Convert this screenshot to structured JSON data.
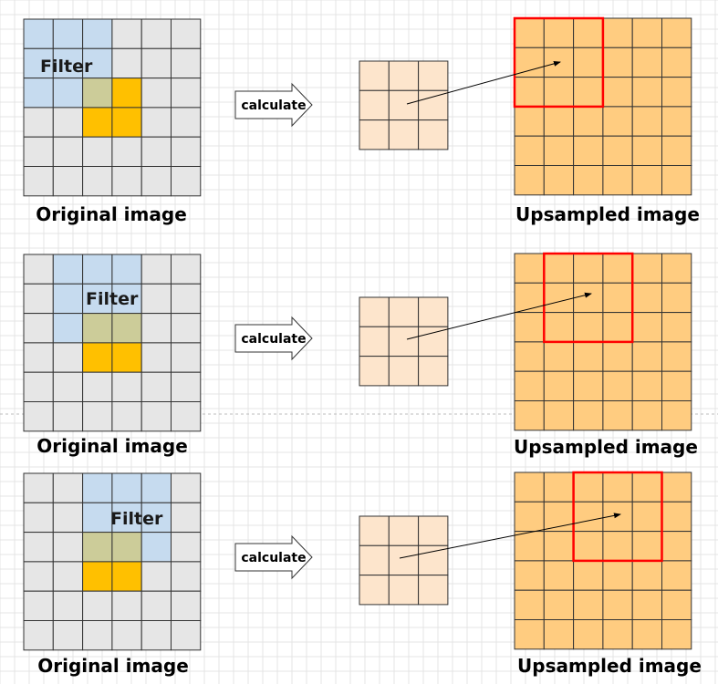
{
  "colors": {
    "page_grid_line": "#e4e4e4",
    "divider": "#bdbdbd",
    "input_cell": "#e6e6e6",
    "filter_cell": "#c6dbef",
    "overlap_cell": "#cccc99",
    "target_cell": "#ffc000",
    "small_grid_cell": "#fde5cc",
    "output_cell": "#ffcc80",
    "highlight_box": "#ff0000",
    "cell_border": "#333333"
  },
  "labels": {
    "filter": "Filter",
    "calculate": "calculate",
    "original_image": "Original image",
    "upsampled_image": "Upsampled image"
  },
  "input_grid": {
    "rows": 6,
    "cols": 6
  },
  "small_grid": {
    "rows": 3,
    "cols": 3
  },
  "output_grid": {
    "rows": 6,
    "cols": 6
  },
  "examples": [
    {
      "filter_origin": {
        "row": 0,
        "col": 0
      },
      "target_cells": [
        [
          2,
          2
        ],
        [
          2,
          3
        ],
        [
          3,
          2
        ],
        [
          3,
          3
        ]
      ],
      "output_box_origin": {
        "row": 0,
        "col": 0
      }
    },
    {
      "filter_origin": {
        "row": 0,
        "col": 1
      },
      "target_cells": [
        [
          2,
          2
        ],
        [
          2,
          3
        ],
        [
          3,
          2
        ],
        [
          3,
          3
        ]
      ],
      "output_box_origin": {
        "row": 0,
        "col": 1
      }
    },
    {
      "filter_origin": {
        "row": 0,
        "col": 2
      },
      "target_cells": [
        [
          2,
          2
        ],
        [
          2,
          3
        ],
        [
          3,
          2
        ],
        [
          3,
          3
        ]
      ],
      "output_box_origin": {
        "row": 0,
        "col": 2
      }
    }
  ]
}
